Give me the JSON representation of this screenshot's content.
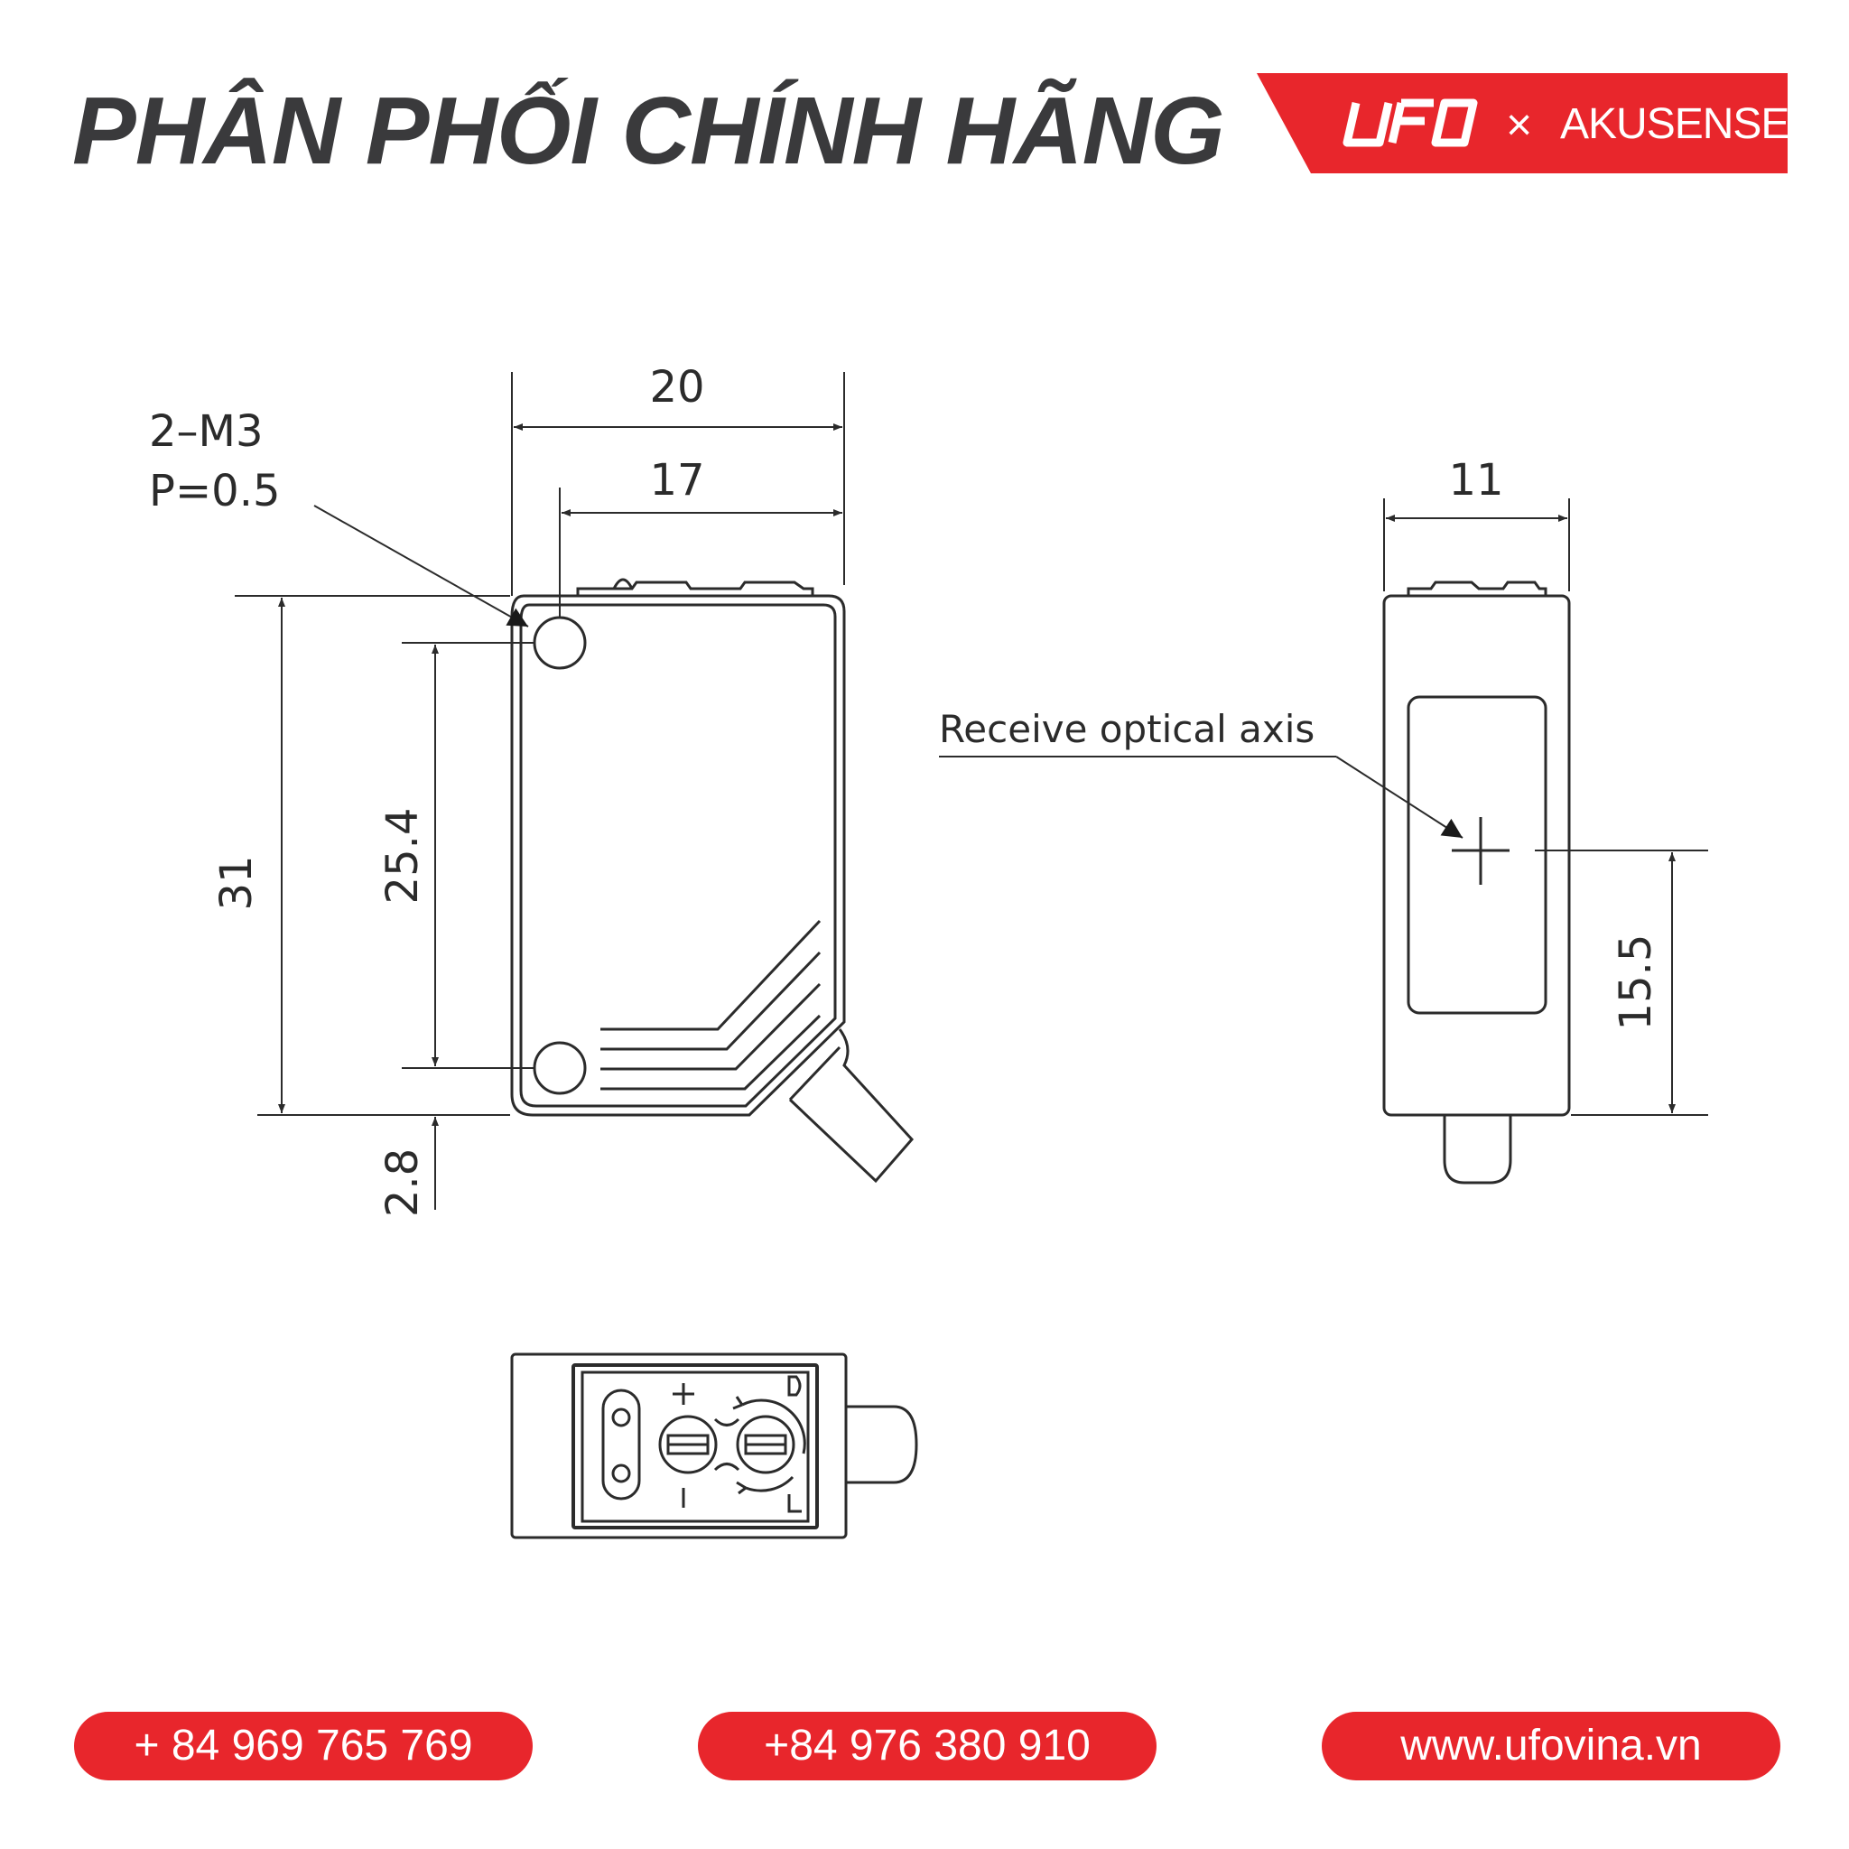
{
  "header": {
    "headline": "PHÂN PHỐI CHÍNH HÃNG",
    "brand_logo": "UFO",
    "brand_separator": "×",
    "brand_partner": "AKUSENSE"
  },
  "drawing": {
    "dim_width_outer": "20",
    "dim_width_holes": "17",
    "thread_line1": "2–M3",
    "thread_line2": "P=0.5",
    "dim_height": "31",
    "dim_hole_pitch": "25.4",
    "dim_offset": "2.8",
    "dim_side_width": "11",
    "axis_label": "Receive optical axis",
    "dim_axis_height": "15.5",
    "panel_plus": "+",
    "panel_minus": "–",
    "panel_d": "D",
    "panel_l": "L"
  },
  "footer": {
    "phone1": "+ 84 969 765 769",
    "phone2": "+84 976 380 910",
    "website": "www.ufovina.vn"
  },
  "colors": {
    "accent": "#e8262c",
    "headline": "#3a3a3c",
    "line": "#2b2b2b"
  }
}
